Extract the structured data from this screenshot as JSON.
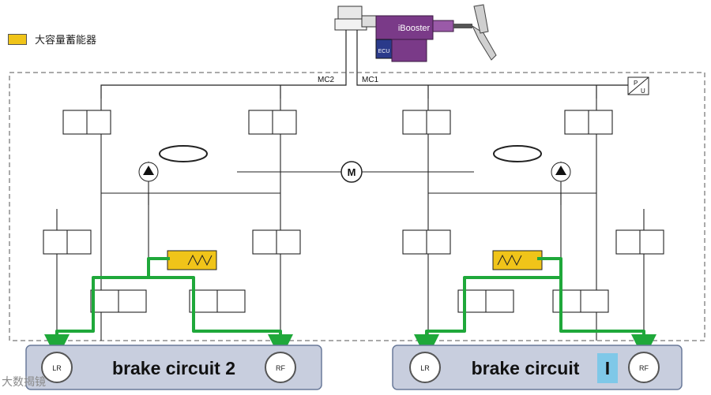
{
  "legend": {
    "label": "大容量蓄能器",
    "color": "#f0c419"
  },
  "booster": {
    "label": "iBooster",
    "ecu_label": "ECU"
  },
  "sensor": {
    "label_p": "P",
    "label_u": "U"
  },
  "lines": {
    "mc2": "MC2",
    "mc1": "MC1"
  },
  "motor": {
    "label": "M"
  },
  "circuits": [
    {
      "label": "brake circuit 2",
      "wheel_left": "LR",
      "wheel_right": "RF"
    },
    {
      "label": "brake circuit ",
      "highlight": "I",
      "wheel_left": "LR",
      "wheel_right": "RF"
    }
  ],
  "watermark": "大数揭镜",
  "colors": {
    "flow": "#1fa83a",
    "panel": "#c8cede",
    "accumulator": "#f0c419",
    "booster": "#7a3a88"
  }
}
